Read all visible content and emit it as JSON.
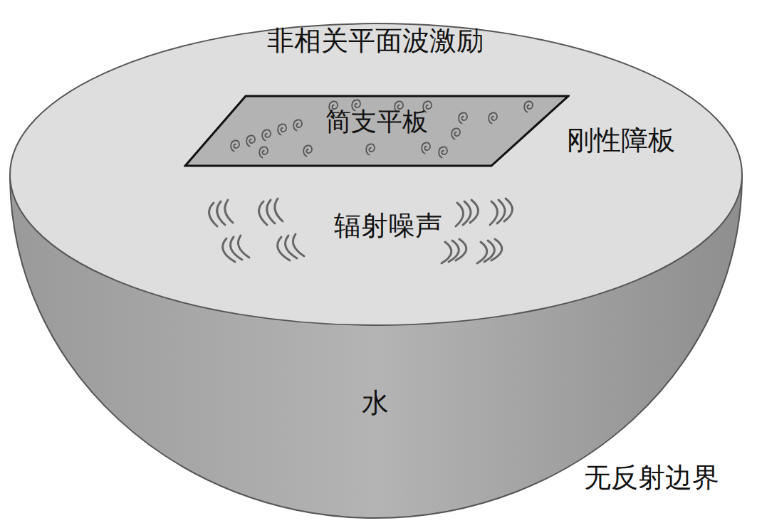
{
  "diagram": {
    "nodes": [
      {
        "text": [
          "简支平板"
        ]
      }
    ],
    "labels": [
      "非相关平面波激励",
      "刚性障板",
      "辐射噪声",
      "水",
      "无反射边界"
    ]
  }
}
